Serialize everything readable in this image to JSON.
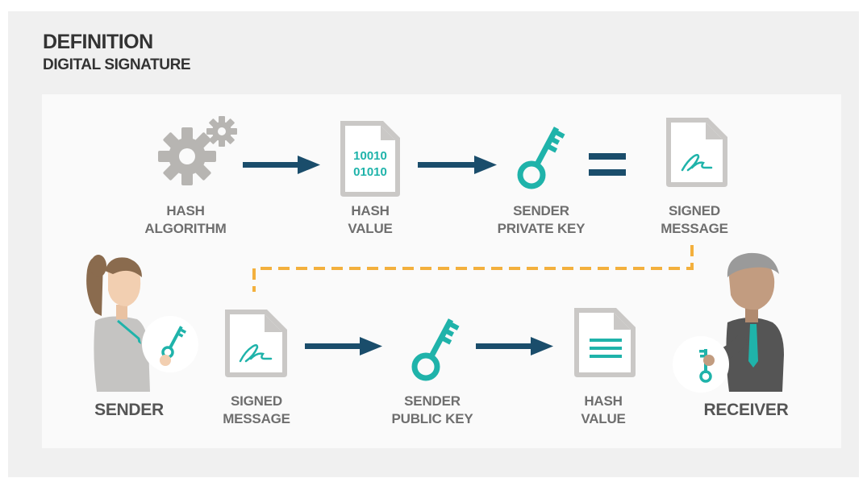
{
  "header": {
    "title": "DEFINITION",
    "subtitle": "DIGITAL SIGNATURE"
  },
  "colors": {
    "arrow": "#1a4d6b",
    "key": "#1fb3aa",
    "gear": "#b7b5b2",
    "document": "#cac8c6",
    "dashed_path": "#f3b03d",
    "label": "#6e6e6e"
  },
  "top_row": {
    "hash_algorithm": {
      "line1": "HASH",
      "line2": "ALGORITHM",
      "icon": "gears-icon"
    },
    "hash_value": {
      "line1": "HASH",
      "line2": "VALUE",
      "icon": "binary-document-icon",
      "binary_line1": "10010",
      "binary_line2": "01010"
    },
    "private_key": {
      "line1": "SENDER",
      "line2": "PRIVATE KEY",
      "icon": "key-icon"
    },
    "equals": {
      "icon": "equals-icon"
    },
    "signed_message": {
      "line1": "SIGNED",
      "line2": "MESSAGE",
      "icon": "signed-document-icon"
    }
  },
  "bottom_row": {
    "sender": {
      "label": "SENDER",
      "icon": "sender-person-icon"
    },
    "signed_message": {
      "line1": "SIGNED",
      "line2": "MESSAGE",
      "icon": "signed-document-icon"
    },
    "public_key": {
      "line1": "SENDER",
      "line2": "PUBLIC KEY",
      "icon": "key-icon"
    },
    "hash_value": {
      "line1": "HASH",
      "line2": "VALUE",
      "icon": "text-document-icon"
    },
    "receiver": {
      "label": "RECEIVER",
      "icon": "receiver-person-icon"
    }
  }
}
